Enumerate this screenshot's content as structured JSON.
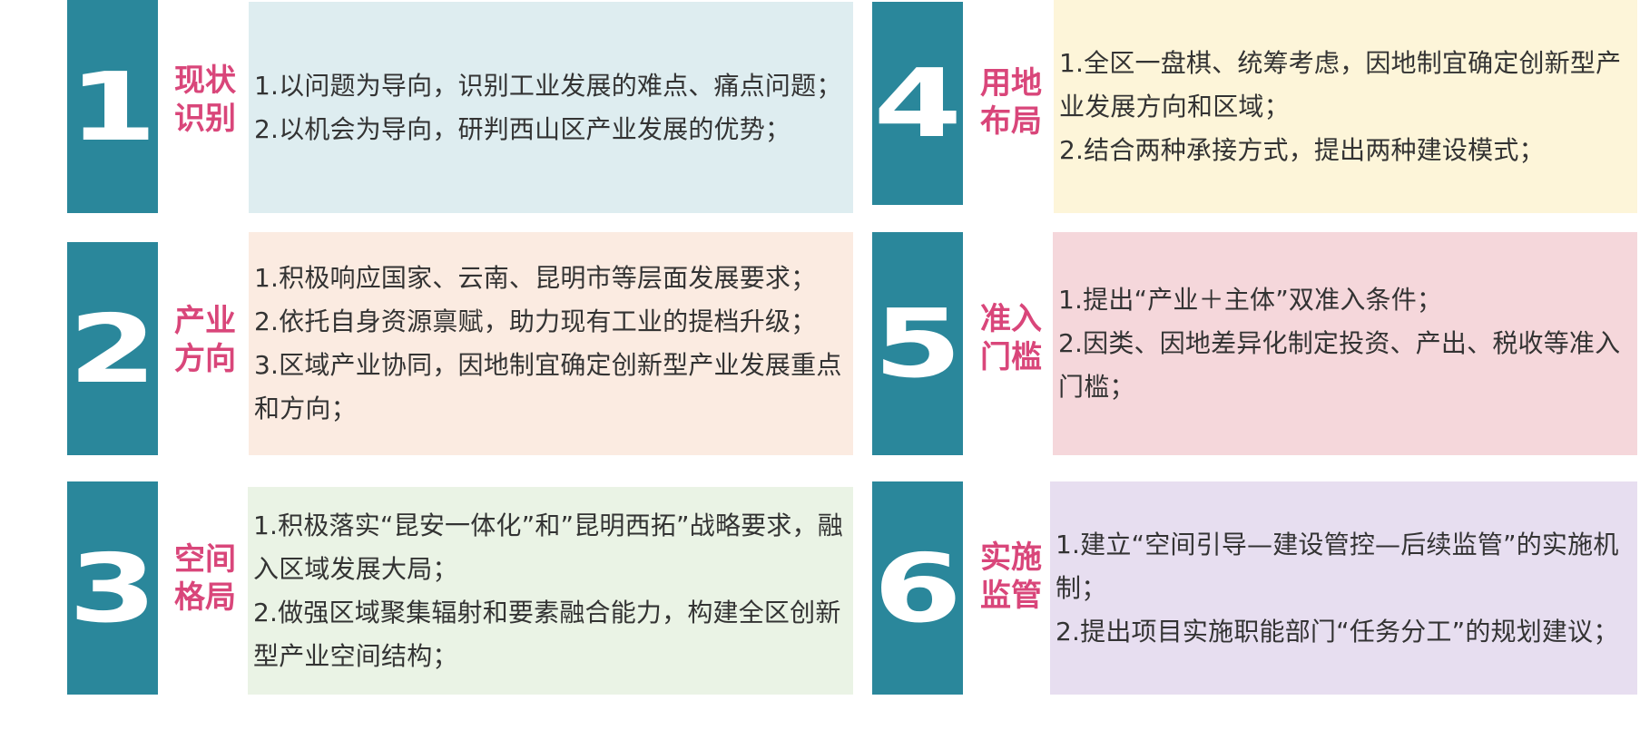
{
  "colors": {
    "number_block": "#2a879b",
    "label_text": "#d9467a",
    "content_text": "#333333"
  },
  "cards": [
    {
      "number": "1",
      "label": [
        "现状",
        "识别"
      ],
      "background": "#deedf0",
      "lines": [
        "1.以问题为导向，识别工业发展的难点、痛点问题；",
        "2.以机会为导向，研判西山区产业发展的优势；"
      ]
    },
    {
      "number": "2",
      "label": [
        "产业",
        "方向"
      ],
      "background": "#fbebe1",
      "lines": [
        "1.积极响应国家、云南、昆明市等层面发展要求；",
        "2.依托自身资源禀赋，助力现有工业的提档升级；",
        "3.区域产业协同，因地制宜确定创新型产业发展重点和方向；"
      ]
    },
    {
      "number": "3",
      "label": [
        "空间",
        "格局"
      ],
      "background": "#eaf3e5",
      "lines": [
        "1.积极落实“昆安一体化”和”昆明西拓”战略要求，融入区域发展大局；",
        "2.做强区域聚集辐射和要素融合能力，构建全区创新型产业空间结构；"
      ]
    },
    {
      "number": "4",
      "label": [
        "用地",
        "布局"
      ],
      "background": "#fdf5d9",
      "lines": [
        "1.全区一盘棋、统筹考虑，因地制宜确定创新型产业发展方向和区域；",
        "2.结合两种承接方式，提出两种建设模式；"
      ]
    },
    {
      "number": "5",
      "label": [
        "准入",
        "门槛"
      ],
      "background": "#f5d7db",
      "lines": [
        "1.提出“产业＋主体”双准入条件；",
        "2.因类、因地差异化制定投资、产出、税收等准入门槛；"
      ]
    },
    {
      "number": "6",
      "label": [
        "实施",
        "监管"
      ],
      "background": "#e7def0",
      "lines": [
        "1.建立“空间引导—建设管控—后续监管”的实施机制；",
        "2.提出项目实施职能部门“任务分工”的规划建议；"
      ]
    }
  ]
}
